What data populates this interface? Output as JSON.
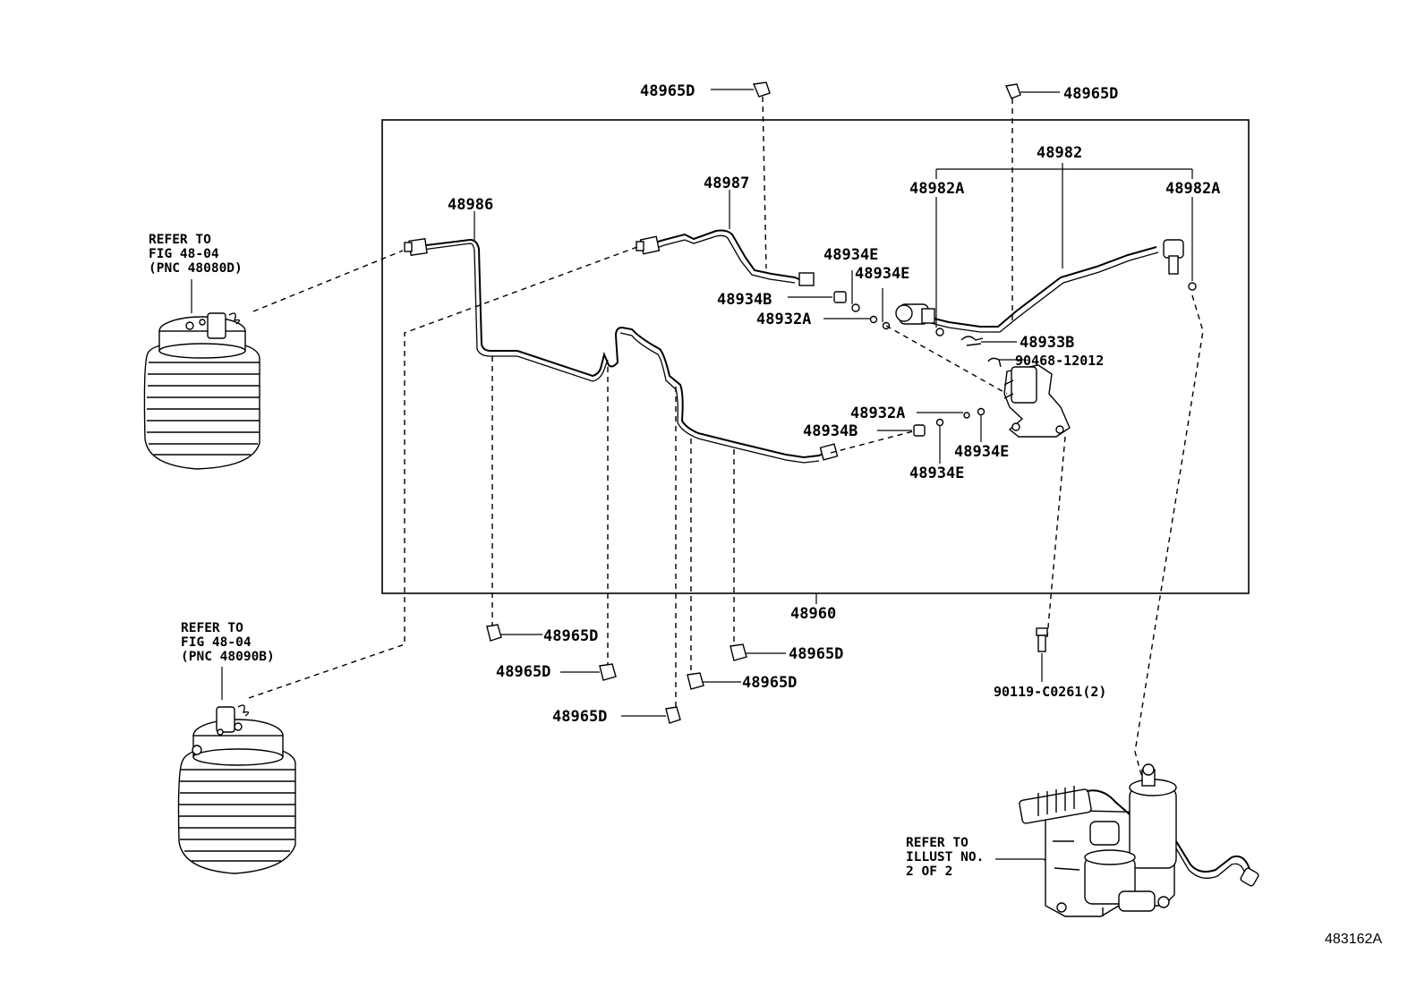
{
  "labels": {
    "clip_top_left": "48965D",
    "clip_top_right": "48965D",
    "tube_48982": "48982",
    "end_left_48982a": "48982A",
    "end_right_48982a": "48982A",
    "tube_48987": "48987",
    "tube_48986": "48986",
    "washer_48934e_1": "48934E",
    "washer_48934e_2": "48934E",
    "union_48934b_top": "48934B",
    "gasket_48932a_top": "48932A",
    "clip_48933b": "48933B",
    "clip_90468": "90468-12012",
    "gasket_48932a_mid": "48932A",
    "union_48934b_mid": "48934B",
    "washer_48934e_3": "48934E",
    "washer_48934e_4": "48934E",
    "assembly_48960": "48960",
    "clip_b1": "48965D",
    "clip_b2": "48965D",
    "clip_b3": "48965D",
    "clip_b4": "48965D",
    "clip_b5": "48965D",
    "bolt_90119": "90119-C0261(2)",
    "illustration_code": "483162A"
  },
  "refer_boxes": {
    "front": [
      "REFER TO",
      "FIG 48-04",
      "(PNC 48080D)"
    ],
    "rear": [
      "REFER TO",
      "FIG 48-04",
      "(PNC 48090B)"
    ],
    "compressor": [
      "REFER TO",
      "ILLUST NO.",
      "2 OF 2"
    ]
  },
  "icons": {
    "air_spring": "air-spring-bellows-icon",
    "compressor": "air-compressor-icon",
    "valve": "height-control-valve-icon",
    "clip": "tube-clip-icon",
    "bolt": "bolt-icon"
  }
}
